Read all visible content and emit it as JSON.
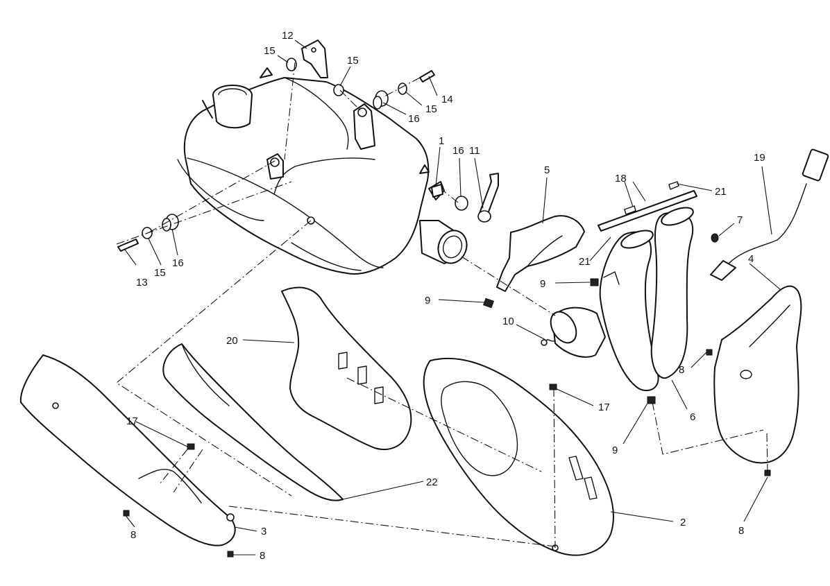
{
  "diagram": {
    "callouts": [
      {
        "id": "c12",
        "label": "12"
      },
      {
        "id": "c15a",
        "label": "15"
      },
      {
        "id": "c15b",
        "label": "15"
      },
      {
        "id": "c15c",
        "label": "15"
      },
      {
        "id": "c14",
        "label": "14"
      },
      {
        "id": "c16a",
        "label": "16"
      },
      {
        "id": "c1",
        "label": "1"
      },
      {
        "id": "c16b",
        "label": "16"
      },
      {
        "id": "c11",
        "label": "11"
      },
      {
        "id": "c5",
        "label": "5"
      },
      {
        "id": "c18",
        "label": "18"
      },
      {
        "id": "c21a",
        "label": "21"
      },
      {
        "id": "c19",
        "label": "19"
      },
      {
        "id": "c7",
        "label": "7"
      },
      {
        "id": "c21b",
        "label": "21"
      },
      {
        "id": "c4",
        "label": "4"
      },
      {
        "id": "c13",
        "label": "13"
      },
      {
        "id": "c15d",
        "label": "15"
      },
      {
        "id": "c16c",
        "label": "16"
      },
      {
        "id": "c9a",
        "label": "9"
      },
      {
        "id": "c9b",
        "label": "9"
      },
      {
        "id": "c10",
        "label": "10"
      },
      {
        "id": "c20",
        "label": "20"
      },
      {
        "id": "c8a",
        "label": "8"
      },
      {
        "id": "c17a",
        "label": "17"
      },
      {
        "id": "c6",
        "label": "6"
      },
      {
        "id": "c9c",
        "label": "9"
      },
      {
        "id": "c17b",
        "label": "17"
      },
      {
        "id": "c22",
        "label": "22"
      },
      {
        "id": "c2",
        "label": "2"
      },
      {
        "id": "c8b",
        "label": "8"
      },
      {
        "id": "c8c",
        "label": "8"
      },
      {
        "id": "c3",
        "label": "3"
      },
      {
        "id": "c8d",
        "label": "8"
      }
    ]
  }
}
